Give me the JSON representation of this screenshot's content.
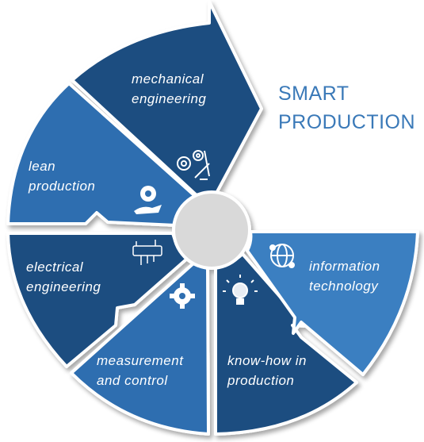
{
  "title": {
    "line1": "SMART",
    "line2": "PRODUCTION"
  },
  "segments": {
    "mechanical": {
      "line1": "mechanical",
      "line2": "engineering",
      "icon": "gears-tools-icon"
    },
    "lean": {
      "line1": "lean",
      "line2": "production",
      "icon": "gear-hand-icon"
    },
    "electrical": {
      "line1": "electrical",
      "line2": "engineering",
      "icon": "circuit-icon"
    },
    "measurement": {
      "line1": "measurement",
      "line2": "and control",
      "icon": "gear-icon"
    },
    "knowhow": {
      "line1": "know-how in",
      "line2": "production",
      "icon": "lightbulb-icon"
    },
    "it": {
      "line1": "information",
      "line2": "technology",
      "icon": "globe-network-icon"
    }
  },
  "colors": {
    "dark": "#1f4e80",
    "medium": "#2e6eb0",
    "light": "#3a7fc1",
    "hub": "#d9d9d9",
    "title": "#3a79b8",
    "text": "#ffffff"
  }
}
